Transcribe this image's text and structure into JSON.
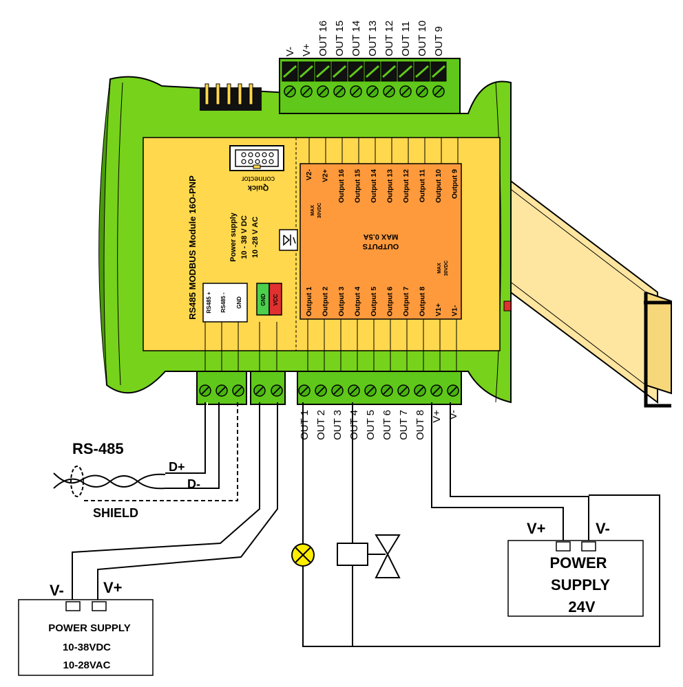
{
  "module": {
    "title": "RS485 MODBUS Module 16O-PNP",
    "power_lines": [
      "Power supply",
      "10 - 38 V DC",
      "10 -28 V AC"
    ],
    "quick_connector": [
      "Quick",
      "connector"
    ],
    "rs485_labels": [
      "RS485 +",
      "RS485 -",
      "GND"
    ],
    "psu_labels": [
      "GND",
      "VCC"
    ],
    "outputs_title": "OUTPUTS",
    "outputs_max": "MAX 0.5A",
    "upper_labels": [
      "V2-",
      "V2+",
      "Output 16",
      "Output 15",
      "Output 14",
      "Output 13",
      "Output 12",
      "Output 11",
      "Output 10",
      "Output 9"
    ],
    "lower_labels": [
      "Output 1",
      "Output 2",
      "Output 3",
      "Output 4",
      "Output 5",
      "Output 6",
      "Output 7",
      "Output 8",
      "V1+",
      "V1-"
    ],
    "max_top": [
      "MAX",
      "30VDC"
    ],
    "max_bottom": [
      "MAX",
      "30VDC"
    ]
  },
  "top_terminals": [
    "V-",
    "V+",
    "OUT 16",
    "OUT 15",
    "OUT 14",
    "OUT 13",
    "OUT 12",
    "OUT 11",
    "OUT 10",
    "OUT 9"
  ],
  "bottom_terminals": [
    "OUT 1",
    "OUT 2",
    "OUT 3",
    "OUT 4",
    "OUT 5",
    "OUT 6",
    "OUT 7",
    "OUT 8",
    "V+",
    "V-"
  ],
  "rs485": {
    "title": "RS-485",
    "d_plus": "D+",
    "d_minus": "D-",
    "shield": "SHIELD"
  },
  "power_supply_left": {
    "v_minus": "V-",
    "v_plus": "V+",
    "lines": [
      "POWER SUPPLY",
      "10-38VDC",
      "10-28VAC"
    ]
  },
  "power_supply_right": {
    "v_plus": "V+",
    "v_minus": "V-",
    "lines": [
      "POWER",
      "SUPPLY",
      "24V"
    ]
  },
  "colors": {
    "housing_green": "#76d21b",
    "housing_dark": "#4a9a0c",
    "label_yellow": "#ffd84d",
    "outputs_orange": "#ff9a3c",
    "din_rail": "#ffe6a0",
    "gnd_green": "#4ccf4c",
    "vcc_red": "#e03030",
    "lamp_yellow": "#ffee00"
  }
}
